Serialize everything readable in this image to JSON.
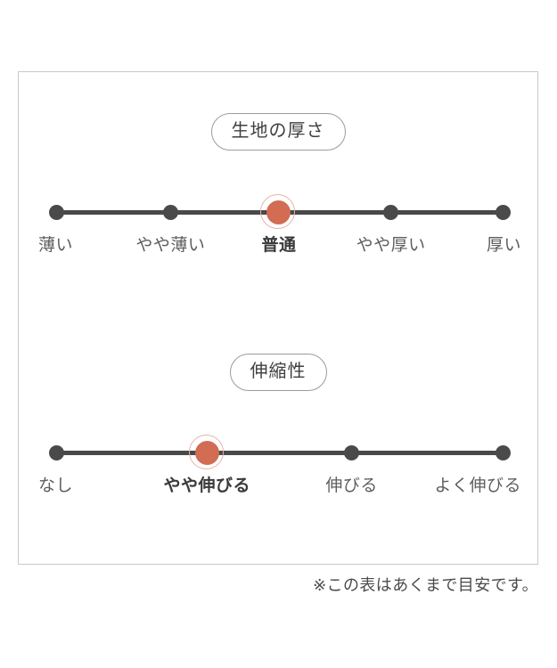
{
  "card": {
    "scales": [
      {
        "id": "thickness",
        "title": "生地の厚さ",
        "points": [
          {
            "label": "薄い",
            "x_pct": 7.36,
            "selected": false
          },
          {
            "label": "やや薄い",
            "x_pct": 29.28,
            "selected": false
          },
          {
            "label": "普通",
            "x_pct": 50.17,
            "selected": true
          },
          {
            "label": "やや厚い",
            "x_pct": 71.75,
            "selected": false
          },
          {
            "label": "厚い",
            "x_pct": 93.32,
            "selected": false
          }
        ],
        "selected_label": "普通",
        "selected_index": 2
      },
      {
        "id": "stretch",
        "title": "伸縮性",
        "points": [
          {
            "label": "なし",
            "x_pct": 7.36,
            "selected": false
          },
          {
            "label": "やや伸びる",
            "x_pct": 36.3,
            "selected": true
          },
          {
            "label": "伸びる",
            "x_pct": 64.21,
            "selected": false
          },
          {
            "label": "よく伸びる",
            "x_pct": 93.32,
            "selected": false
          }
        ],
        "selected_label": "やや伸びる",
        "selected_index": 1
      }
    ]
  },
  "footnote": "※この表はあくまで目安です。",
  "colors": {
    "selected_marker": "#d26c52",
    "selected_ring": "#e4b4a4",
    "dot": "#4a4a4a",
    "track": "#494949",
    "card_border": "#c9c9c9",
    "pill_border": "#9b9b9b",
    "label_text": "#5e5e5e",
    "label_text_active": "#3a3a3a"
  }
}
